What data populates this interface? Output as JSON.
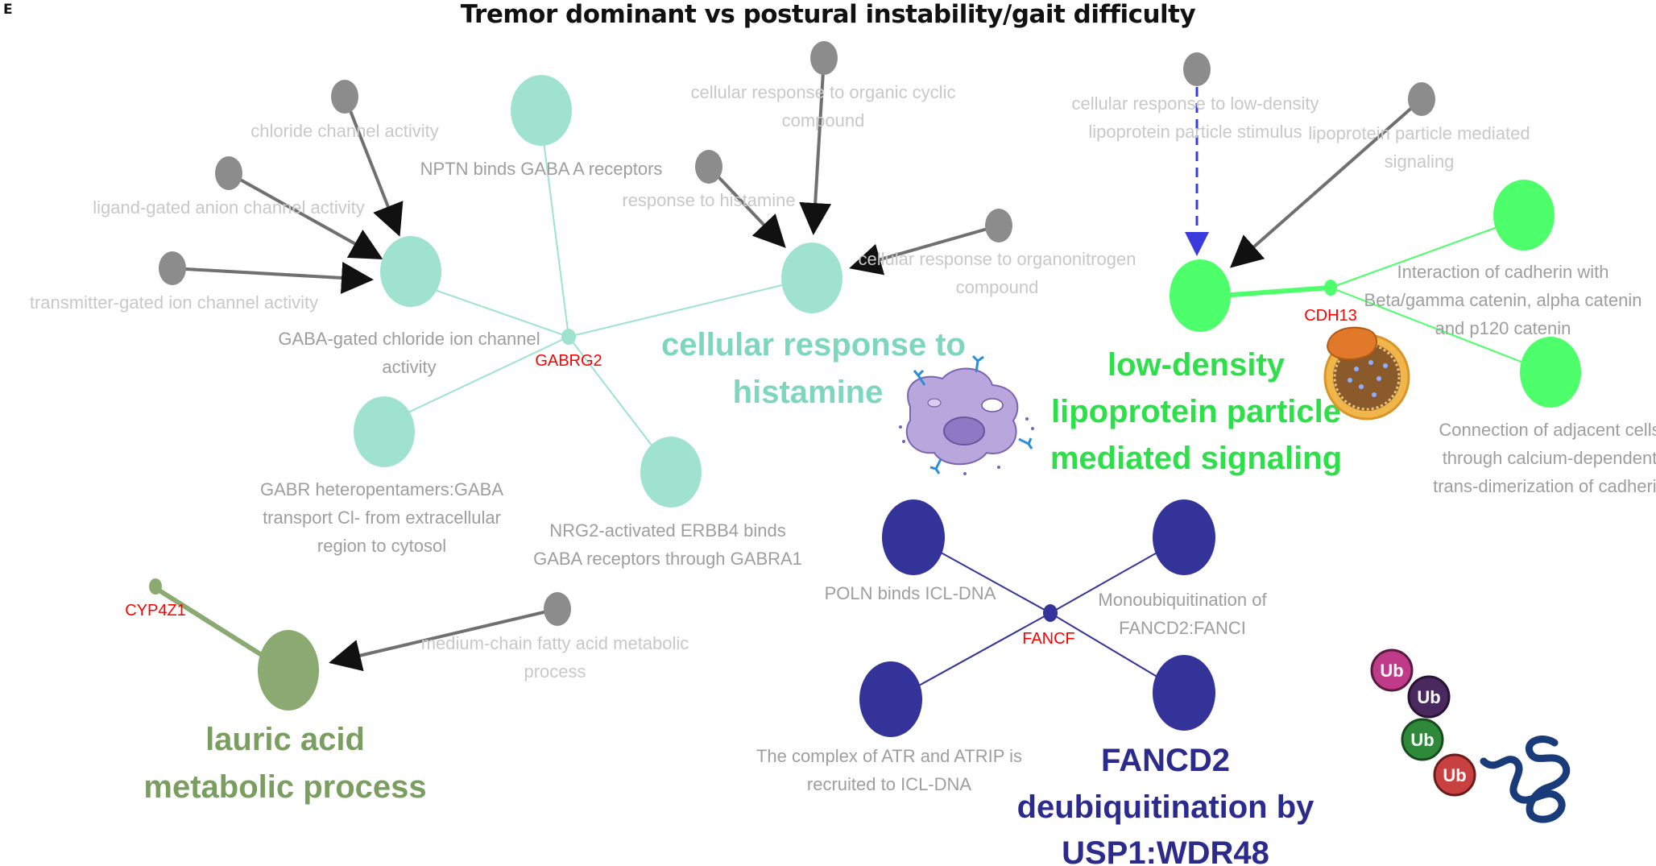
{
  "panel_letter": "E",
  "title": "Tremor dominant vs postural instability/gait difficulty",
  "colors": {
    "teal": "#9fe3cf",
    "teal_text": "#7fd6bf",
    "green": "#4dff6a",
    "green_text": "#2de04a",
    "olive": "#8aaa72",
    "olive_text": "#7a9e60",
    "navy": "#333399",
    "navy_text": "#2b2b8e",
    "grey_node": "#8c8c8c",
    "gene_red": "#ff0000",
    "dashed_edge": "#3b3bdd"
  },
  "clusters": {
    "histamine": {
      "hub_label": "cellular response to histamine",
      "hub_lines": [
        "cellular response to",
        "histamine"
      ],
      "gene": "GABRG2",
      "nodes": [
        {
          "label_lines": [
            "GABA-gated chloride ion channel",
            "activity"
          ]
        },
        {
          "label_lines": [
            "NPTN binds GABA A receptors"
          ]
        },
        {
          "label_lines": [
            "GABR heteropentamers:GABA",
            "transport Cl- from extracellular",
            "region to cytosol"
          ]
        },
        {
          "label_lines": [
            "NRG2-activated ERBB4 binds",
            "GABA receptors through GABRA1"
          ]
        }
      ],
      "terms": [
        {
          "label_lines": [
            "chloride channel activity"
          ]
        },
        {
          "label_lines": [
            "ligand-gated anion channel activity"
          ]
        },
        {
          "label_lines": [
            "transmitter-gated ion channel activity"
          ]
        },
        {
          "label_lines": [
            "cellular response to organic cyclic",
            "compound"
          ]
        },
        {
          "label_lines": [
            "response to histamine"
          ]
        },
        {
          "label_lines": [
            "cellular response to organonitrogen",
            "compound"
          ]
        }
      ]
    },
    "ldl": {
      "hub_label": "low-density lipoprotein particle mediated signaling",
      "hub_lines": [
        "low-density",
        "lipoprotein particle",
        "mediated signaling"
      ],
      "gene": "CDH13",
      "nodes": [
        {
          "label_lines": [
            "Interaction of cadherin with",
            "Beta/gamma catenin, alpha catenin",
            "and p120 catenin"
          ]
        },
        {
          "label_lines": [
            "Connection of adjacent cells",
            "through calcium-dependent",
            "trans-dimerization of cadherin"
          ]
        }
      ],
      "terms": [
        {
          "label_lines": [
            "cellular response to low-density",
            "lipoprotein particle stimulus"
          ]
        },
        {
          "label_lines": [
            "lipoprotein particle mediated",
            "signaling"
          ]
        }
      ]
    },
    "lauric": {
      "hub_label": "lauric acid metabolic process",
      "hub_lines": [
        "lauric acid",
        "metabolic process"
      ],
      "gene": "CYP4Z1",
      "terms": [
        {
          "label_lines": [
            "medium-chain fatty acid metabolic",
            "process"
          ]
        }
      ]
    },
    "fancd2": {
      "hub_label": "FANCD2 deubiquitination by USP1:WDR48",
      "hub_lines": [
        "FANCD2",
        "deubiquitination by",
        "USP1:WDR48"
      ],
      "gene": "FANCF",
      "nodes": [
        {
          "label_lines": [
            "POLN binds ICL-DNA"
          ]
        },
        {
          "label_lines": [
            "Monoubiquitination of",
            "FANCD2:FANCI"
          ]
        },
        {
          "label_lines": [
            "The complex of ATR and ATRIP is",
            "recruited to ICL-DNA"
          ]
        },
        {
          "label_lines": []
        }
      ]
    }
  },
  "illustrations": {
    "ubiquitin_chain": {
      "icon": "ubiquitin-chain-icon",
      "tags": [
        "Ub",
        "Ub",
        "Ub",
        "Ub"
      ],
      "tag_colors": [
        "#c03a8a",
        "#4a2a5e",
        "#2e8a3a",
        "#c84040"
      ]
    },
    "cell_icon": "immune-cell-icon",
    "lipoprotein_icon": "lipoprotein-particle-icon"
  }
}
